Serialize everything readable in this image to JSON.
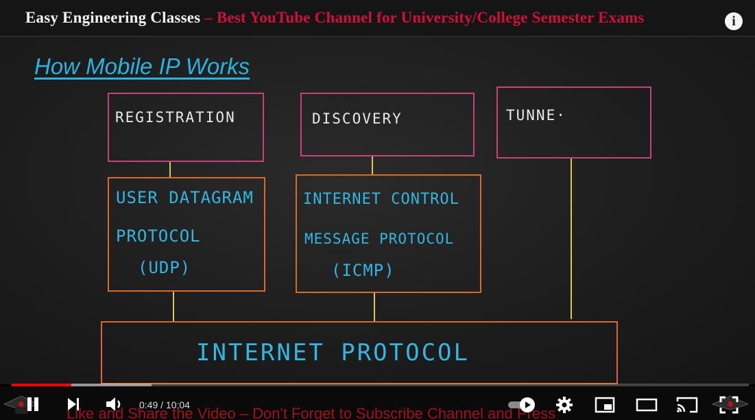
{
  "banner": {
    "channel": "Easy Engineering Classes",
    "tagline": " – Best YouTube Channel for University/College Semester Exams",
    "info_label": "i"
  },
  "slide": {
    "title": "How Mobile IP Works",
    "top_boxes": [
      "REGISTRATION",
      "DISCOVERY",
      "TUNNE·"
    ],
    "mid_boxes": [
      [
        "USER DATAGRAM",
        "PROTOCOL",
        "(UDP)"
      ],
      [
        "INTERNET CONTROL",
        "MESSAGE PROTOCOL",
        "(ICMP)"
      ]
    ],
    "base_box": "INTERNET PROTOCOL"
  },
  "player": {
    "current_time": "0:49",
    "separator": "/",
    "duration": "10:04",
    "played_fraction": 0.081,
    "buffered_fraction": 0.19,
    "overlay_text": "Like and Share the Video – Don't Forget to Subscribe Channel and Press",
    "autoplay": true
  },
  "colors": {
    "title_blue": "#2bb3e0",
    "box_pink": "#c8407c",
    "box_orange": "#d86a2a",
    "connector": "#d9c95a",
    "tagline_red": "#d0103a",
    "progress_red": "#ff0000"
  },
  "icons": [
    "pause-icon",
    "next-icon",
    "volume-icon",
    "autoplay-toggle-icon",
    "settings-gear-icon",
    "miniplayer-icon",
    "theater-mode-icon",
    "cast-icon",
    "fullscreen-icon",
    "info-icon"
  ]
}
